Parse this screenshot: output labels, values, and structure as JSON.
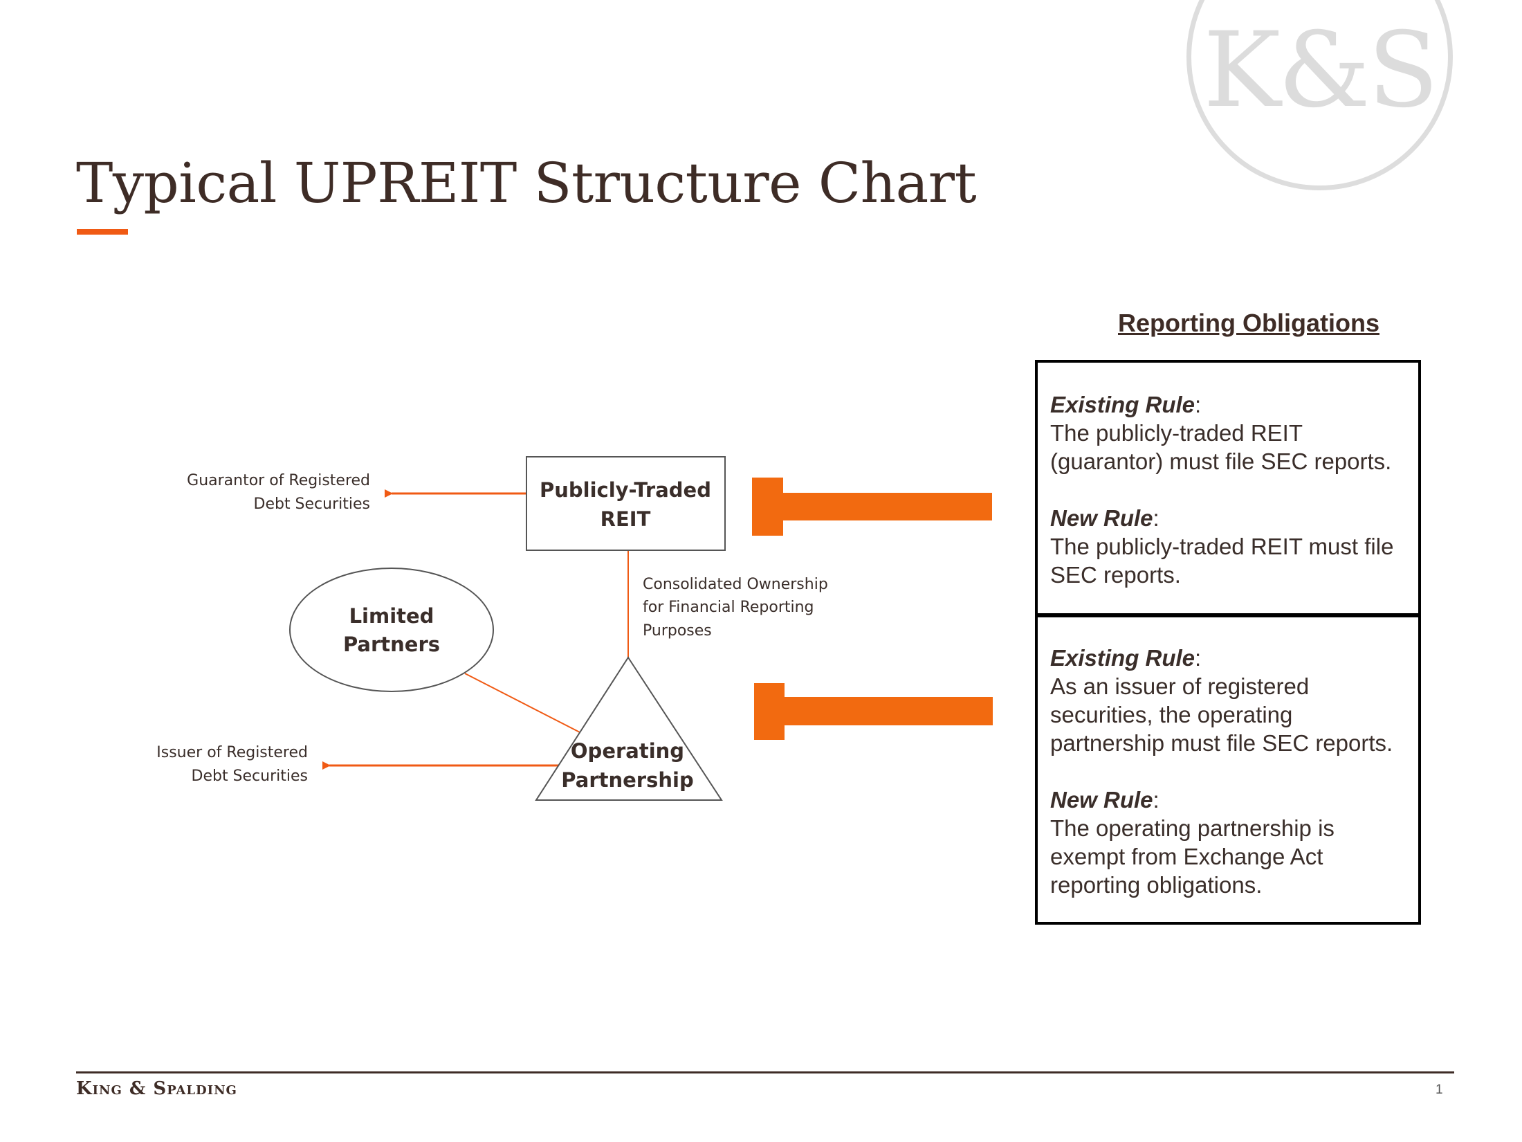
{
  "logo": {
    "text": "K&S"
  },
  "title": "Typical UPREIT Structure Chart",
  "diagram": {
    "reit": {
      "line1": "Publicly-Traded",
      "line2": "REIT"
    },
    "limited_partners": {
      "line1": "Limited",
      "line2": "Partners"
    },
    "operating_partnership": {
      "line1": "Operating",
      "line2": "Partnership"
    },
    "guarantor_label": {
      "line1": "Guarantor of Registered",
      "line2": "Debt Securities"
    },
    "issuer_label": {
      "line1": "Issuer of Registered",
      "line2": "Debt Securities"
    },
    "consolidated_label": {
      "line1": "Consolidated Ownership",
      "line2": "for Financial Reporting",
      "line3": "Purposes"
    }
  },
  "reporting": {
    "heading": "Reporting Obligations",
    "box1": {
      "existing_title": "Existing Rule",
      "existing_text": "The publicly-traded REIT (guarantor) must file SEC reports.",
      "new_title": "New Rule",
      "new_text": "The publicly-traded REIT must file SEC reports."
    },
    "box2": {
      "existing_title": "Existing Rule",
      "existing_text": "As an issuer of registered securities, the operating partnership must file SEC reports.",
      "new_title": "New Rule",
      "new_text": "The operating partnership is exempt from Exchange Act reporting obligations."
    }
  },
  "footer": {
    "brand": "King & Spalding",
    "page": "1"
  },
  "colors": {
    "accent": "#f05a14",
    "text": "#3e2c26"
  }
}
